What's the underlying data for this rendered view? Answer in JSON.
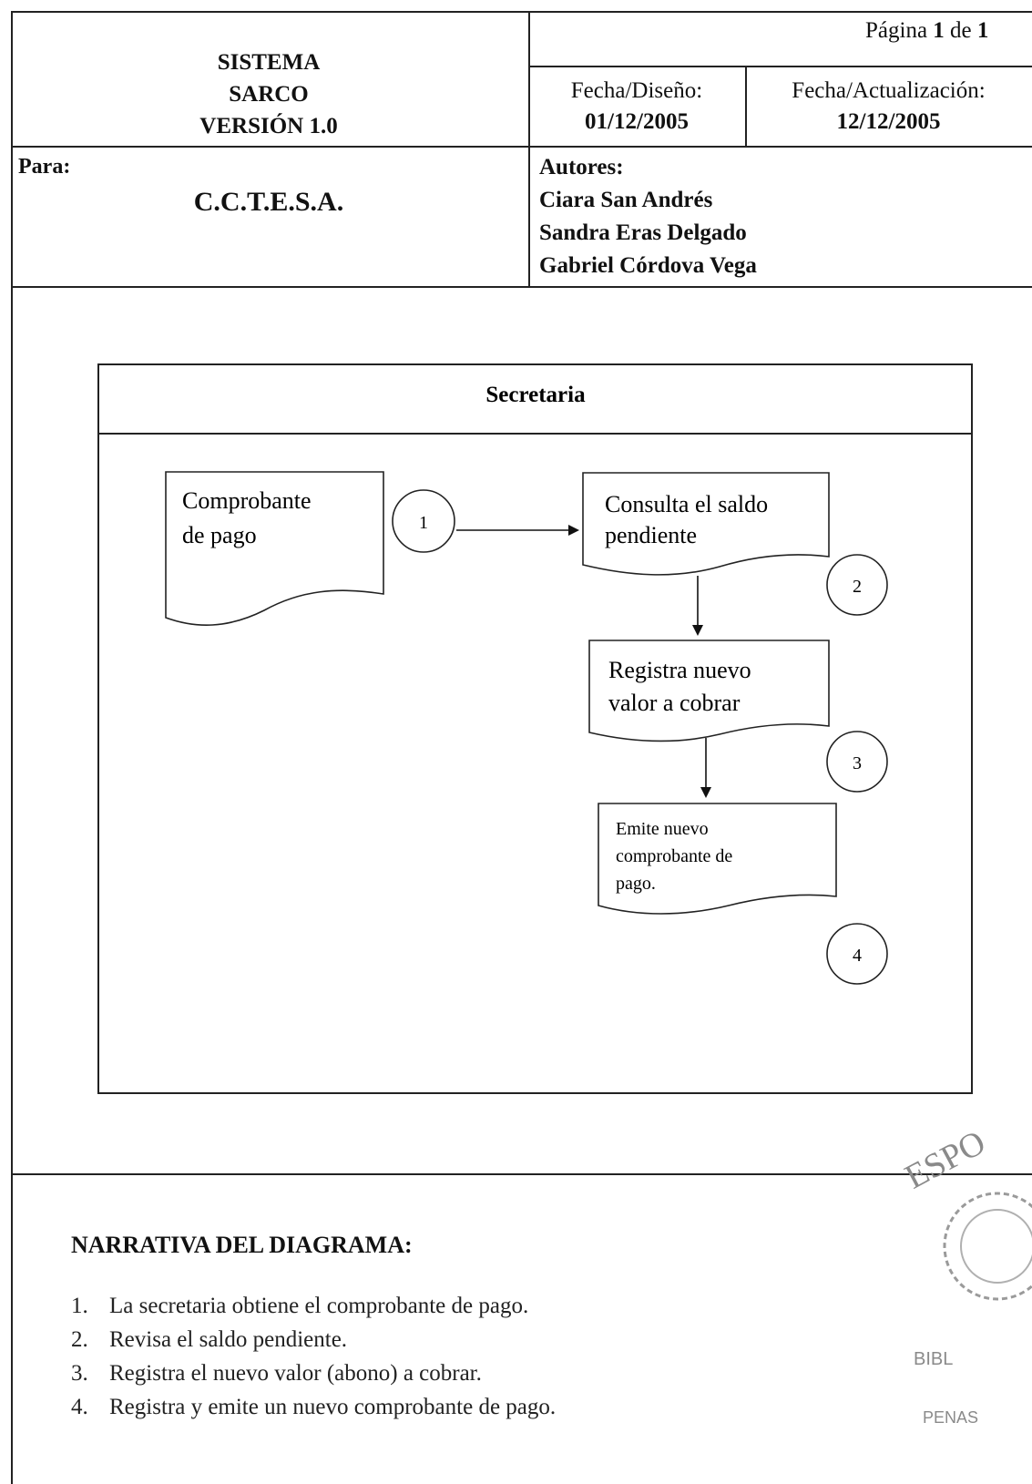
{
  "header": {
    "system_line1": "SISTEMA",
    "system_line2": "SARCO",
    "system_line3": "VERSIÓN 1.0",
    "page_prefix": "Página",
    "page_current": "1",
    "page_of": "de",
    "page_total": "1",
    "design_date_label": "Fecha/Diseño:",
    "design_date": "01/12/2005",
    "update_date_label": "Fecha/Actualización:",
    "update_date": "12/12/2005",
    "for_label": "Para:",
    "for_value": "C.C.T.E.S.A.",
    "authors_label": "Autores:",
    "authors": [
      "Ciara San Andrés",
      "Sandra Eras Delgado",
      "Gabriel Córdova Vega"
    ]
  },
  "diagram": {
    "lane_title": "Secretaria",
    "doc1_line1": "Comprobante",
    "doc1_line2": "de pago",
    "step1": "1",
    "doc2_line1": "Consulta el saldo",
    "doc2_line2": "pendiente",
    "step2": "2",
    "doc3_line1": "Registra nuevo",
    "doc3_line2": "valor a cobrar",
    "step3": "3",
    "doc4_line1": "Emite nuevo",
    "doc4_line2": "comprobante de",
    "doc4_line3": "pago.",
    "step4": "4"
  },
  "narrative": {
    "title": "NARRATIVA DEL DIAGRAMA:",
    "items": [
      {
        "num": "1.",
        "text": "La secretaria obtiene el comprobante de pago."
      },
      {
        "num": "2.",
        "text": "Revisa el saldo pendiente."
      },
      {
        "num": "3.",
        "text": "Registra el nuevo valor (abono) a cobrar."
      },
      {
        "num": "4.",
        "text": "Registra y emite un nuevo comprobante de pago."
      }
    ]
  },
  "stamp": {
    "text_top": "ESPO",
    "text_mid": "BIBL",
    "text_bottom": "PENAS"
  }
}
